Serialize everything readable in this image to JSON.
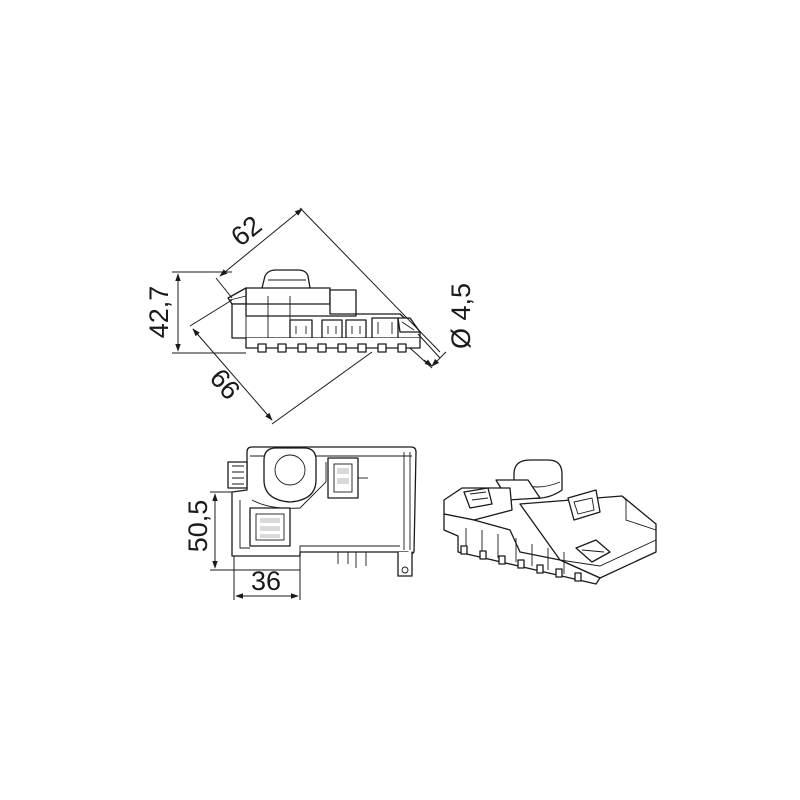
{
  "dimensions": {
    "length": "62",
    "height": "42,7",
    "diagonal": "66",
    "diameter": "Ø 4,5",
    "width": "50,5",
    "depth": "36"
  }
}
